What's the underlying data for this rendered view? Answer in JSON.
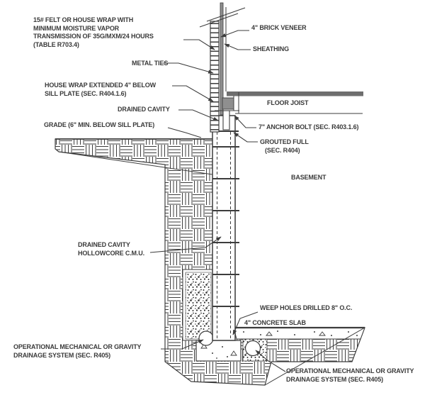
{
  "drawing": {
    "type": "architectural-section-detail",
    "subject": "Basement foundation wall section with brick veneer",
    "colors": {
      "line": "#3d3d3d",
      "text": "#3a3a3a",
      "joist_fill": "#6e6e6e",
      "sheathing_fill": "#8f8f8f",
      "background": "#ffffff"
    }
  },
  "labels": {
    "felt": "15# FELT OR HOUSE WRAP WITH\nMINIMUM MOISTURE VAPOR\nTRANSMISSION OF 35G/MXM/24 HOURS\n(TABLE R703.4)",
    "brick_veneer": "4\" BRICK VENEER",
    "sheathing": "SHEATHING",
    "metal_ties": "METAL TIES",
    "house_wrap": "HOUSE WRAP EXTENDED 4\" BELOW\nSILL PLATE  (SEC. R404.1.6)",
    "drained_cavity_upper": "DRAINED CAVITY",
    "grade": "GRADE (6\" MIN. BELOW SILL PLATE)",
    "floor_joist": "FLOOR JOIST",
    "anchor_bolt": "7\" ANCHOR BOLT (SEC. R403.1.6)",
    "grouted_full": "GROUTED FULL\n   (SEC. R404)",
    "basement": "BASEMENT",
    "drained_cavity_cmu": "DRAINED CAVITY\nHOLLOWCORE C.M.U.",
    "weep_holes": "WEEP HOLES DRILLED 8\" O.C.",
    "concrete_slab": "4\" CONCRETE SLAB",
    "drainage_left": "OPERATIONAL MECHANICAL OR GRAVITY\nDRAINAGE SYSTEM (SEC. R405)",
    "drainage_right": "OPERATIONAL MECHANICAL OR GRAVITY\nDRAINAGE SYSTEM (SEC. R405)"
  }
}
